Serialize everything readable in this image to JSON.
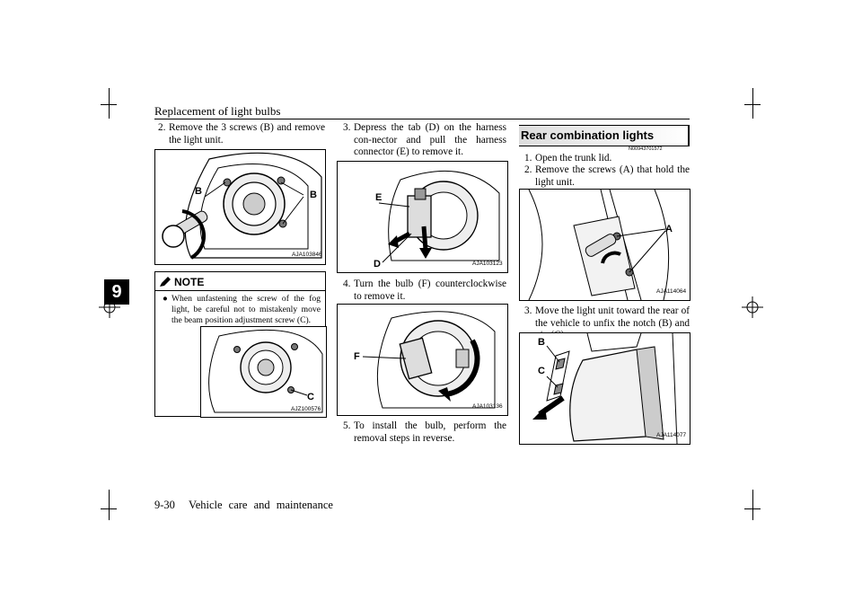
{
  "header": {
    "title": "Replacement of light bulbs"
  },
  "footer": {
    "page_number": "9-30",
    "section": "Vehicle care and maintenance"
  },
  "chapter_tab": "9",
  "col1": {
    "step2": {
      "num": "2.",
      "text": "Remove the 3 screws (B) and remove the light unit."
    },
    "fig1": {
      "code": "AJA103846",
      "labels": [
        "B",
        "B"
      ]
    },
    "note": {
      "heading": "NOTE",
      "text": "When unfastening the screw of the fog light, be careful not to mistakenly move the beam position adjustment screw (C).",
      "fig": {
        "code": "AJZ100576",
        "label": "C"
      }
    }
  },
  "col2": {
    "step3": {
      "num": "3.",
      "text": "Depress the tab (D) on the harness con-nector and pull the harness connector (E) to remove it."
    },
    "fig2": {
      "code": "AJA103123",
      "labels": [
        "E",
        "D"
      ]
    },
    "step4": {
      "num": "4.",
      "text": "Turn the bulb (F) counterclockwise to remove it."
    },
    "fig3": {
      "code": "AJA103136",
      "label": "F"
    },
    "step5": {
      "num": "5.",
      "text": "To install the bulb, perform the removal steps in reverse."
    }
  },
  "col3": {
    "section_title": "Rear combination lights",
    "section_code": "N00943701572",
    "step1": {
      "num": "1.",
      "text": "Open the trunk lid."
    },
    "step2": {
      "num": "2.",
      "text": "Remove the screws (A) that hold the light unit."
    },
    "fig4": {
      "code": "AJA114064",
      "label": "A"
    },
    "step3": {
      "num": "3.",
      "text": "Move the light unit toward the rear of the vehicle to unfix the notch (B) and pin (C)."
    },
    "fig5": {
      "code": "AJA114077",
      "labels": [
        "B",
        "C"
      ]
    }
  }
}
